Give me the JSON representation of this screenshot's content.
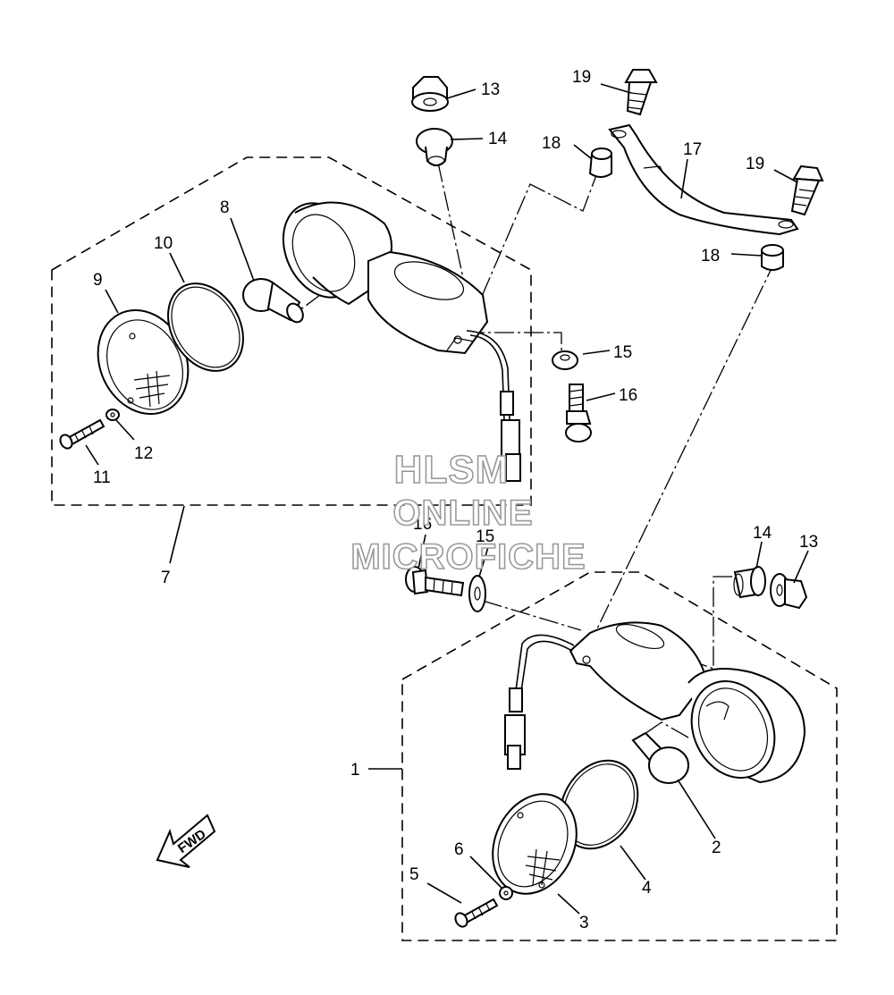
{
  "diagram": {
    "callouts": [
      {
        "id": "c1",
        "label": "1"
      },
      {
        "id": "c2",
        "label": "2"
      },
      {
        "id": "c3",
        "label": "3"
      },
      {
        "id": "c4",
        "label": "4"
      },
      {
        "id": "c5",
        "label": "5"
      },
      {
        "id": "c6",
        "label": "6"
      },
      {
        "id": "c7",
        "label": "7"
      },
      {
        "id": "c8",
        "label": "8"
      },
      {
        "id": "c9",
        "label": "9"
      },
      {
        "id": "c10",
        "label": "10"
      },
      {
        "id": "c11",
        "label": "11"
      },
      {
        "id": "c12",
        "label": "12"
      },
      {
        "id": "c13a",
        "label": "13"
      },
      {
        "id": "c13b",
        "label": "13"
      },
      {
        "id": "c14a",
        "label": "14"
      },
      {
        "id": "c14b",
        "label": "14"
      },
      {
        "id": "c15a",
        "label": "15"
      },
      {
        "id": "c15b",
        "label": "15"
      },
      {
        "id": "c16a",
        "label": "16"
      },
      {
        "id": "c16b",
        "label": "16"
      },
      {
        "id": "c17",
        "label": "17"
      },
      {
        "id": "c18a",
        "label": "18"
      },
      {
        "id": "c18b",
        "label": "18"
      },
      {
        "id": "c19a",
        "label": "19"
      },
      {
        "id": "c19b",
        "label": "19"
      }
    ],
    "fwd_label": "FWD",
    "watermark": [
      "HLSM",
      "ONLINE",
      "MICROFICHE"
    ]
  }
}
